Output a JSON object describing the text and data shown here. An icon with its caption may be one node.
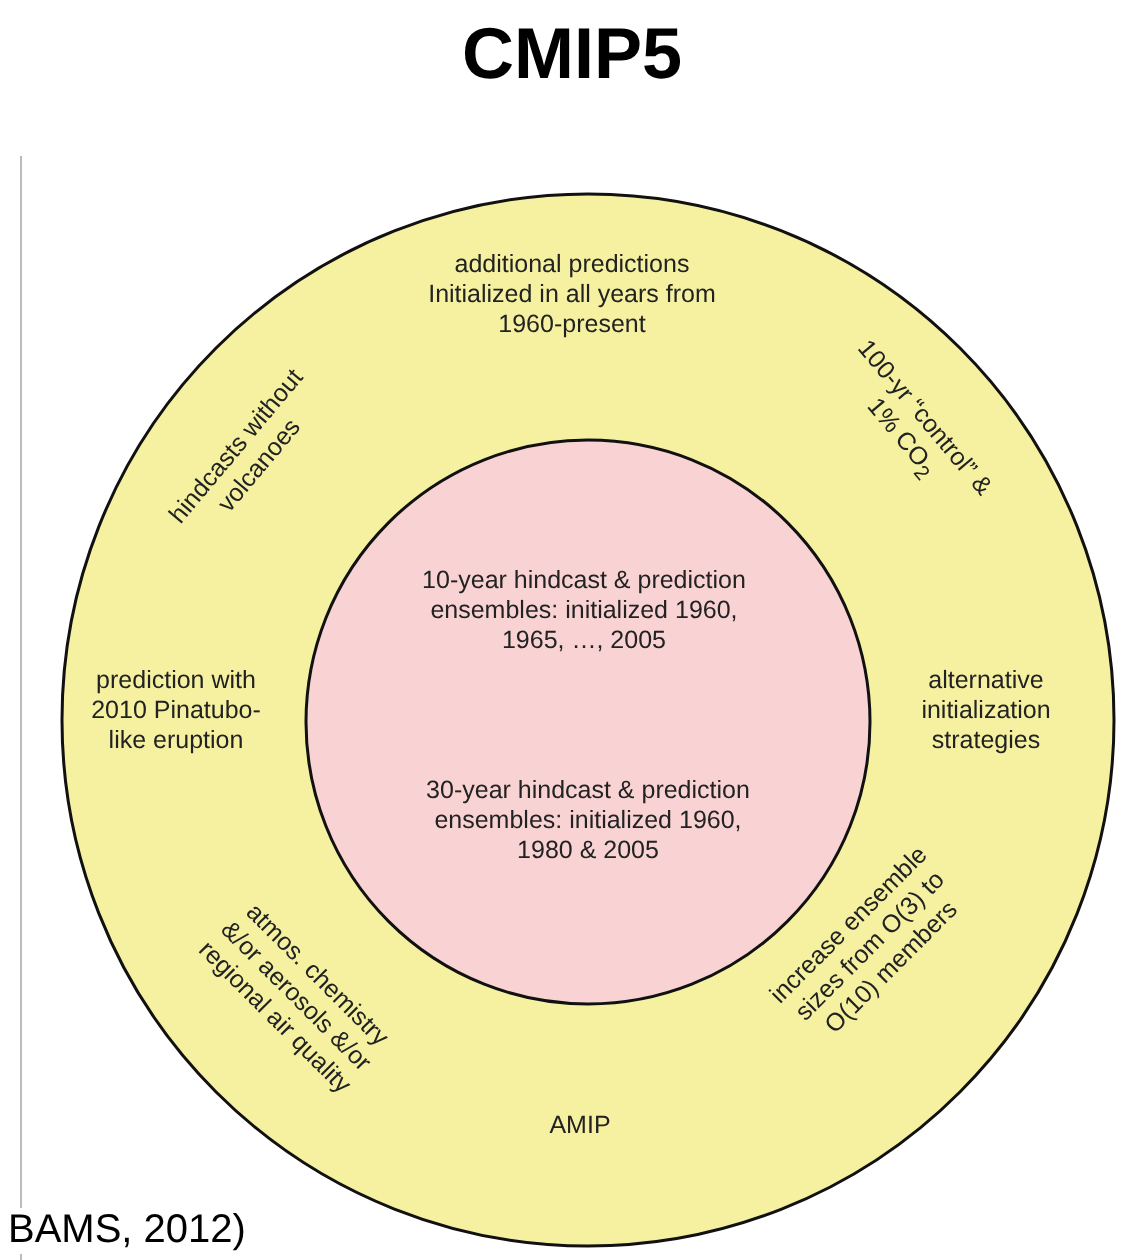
{
  "diagram": {
    "title": "CMIP5",
    "nodes": [
      {
        "text": [
          "additional predictions Initialized in all years from 1960-present",
          "100-yr “control” & 1% CO$_{2}$",
          "alternative initialization strategies",
          "increase ensemble sizes from O(3) to O(10) members",
          "AMIP",
          "atmos. chemistry &/or aerosols &/or regional air quality",
          "prediction with 2010 Pinatubo-like eruption",
          "hindcasts without volcanoes"
        ]
      },
      {
        "text": [
          "10-year hindcast & prediction ensembles: initialized 1960, 1965, …, 2005",
          "30-year hindcast & prediction ensembles: initialized 1960, 1980 & 2005"
        ],
        "in": 0
      }
    ],
    "edges": [],
    "labels": [
      "BAMS, 2012)"
    ]
  }
}
